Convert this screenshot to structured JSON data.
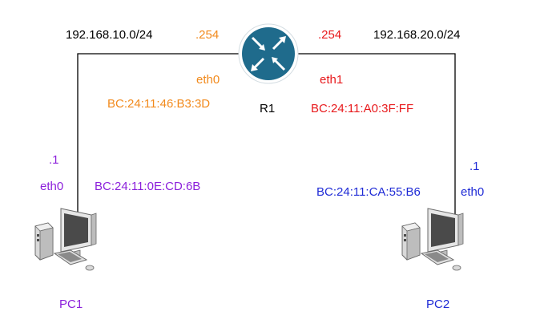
{
  "colors": {
    "background": "#ffffff",
    "link": "#000000",
    "eth0_r1": "#f28a1c",
    "eth1_r1": "#e8191c",
    "pc1": "#8b1fdb",
    "pc2": "#1f2bd6",
    "router_fill": "#1f6b8c",
    "router_ring": "#ffffff",
    "pc_body": "#e8e8e8",
    "pc_dark": "#4a4a4a"
  },
  "networks": {
    "left": "192.168.10.0/24",
    "right": "192.168.20.0/24"
  },
  "router": {
    "name": "R1",
    "icon": "router-icon",
    "eth0": {
      "name": "eth0",
      "host": ".254",
      "mac": "BC:24:11:46:B3:3D"
    },
    "eth1": {
      "name": "eth1",
      "host": ".254",
      "mac": "BC:24:11:A0:3F:FF"
    }
  },
  "pc1": {
    "name": "PC1",
    "icon": "desktop-computer-icon",
    "iface": "eth0",
    "host": ".1",
    "mac": "BC:24:11:0E:CD:6B"
  },
  "pc2": {
    "name": "PC2",
    "icon": "desktop-computer-icon",
    "iface": "eth0",
    "host": ".1",
    "mac": "BC:24:11:CA:55:B6"
  }
}
